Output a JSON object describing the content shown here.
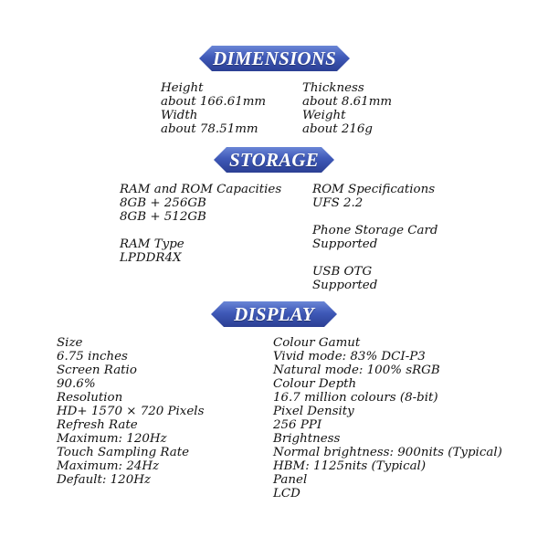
{
  "dimensions": {
    "title": "DIMENSIONS",
    "left": [
      "Height",
      "about 166.61mm",
      "Width",
      "about 78.51mm"
    ],
    "right": [
      "Thickness",
      "about 8.61mm",
      "Weight",
      "about 216g"
    ]
  },
  "storage": {
    "title": "STORAGE",
    "left": {
      "ram_rom_label": "RAM and ROM Capacities",
      "ram_rom_1": "8GB + 256GB",
      "ram_rom_2": "8GB + 512GB",
      "ram_type_label": "RAM Type",
      "ram_type_value": "LPDDR4X"
    },
    "right": {
      "rom_spec_label": "ROM Specifications",
      "rom_spec_value": "UFS 2.2",
      "storage_card_label": "Phone Storage Card",
      "storage_card_value": "Supported",
      "usb_otg_label": "USB OTG",
      "usb_otg_value": "Supported"
    }
  },
  "display": {
    "title": "DISPLAY",
    "left": [
      "Size",
      "6.75 inches",
      "Screen Ratio",
      "90.6%",
      "Resolution",
      "HD+ 1570 × 720 Pixels",
      "Refresh Rate",
      "Maximum: 120Hz",
      "Touch Sampling Rate",
      "Maximum: 24Hz",
      "Default: 120Hz"
    ],
    "right": [
      "Colour Gamut",
      "Vivid mode: 83% DCI-P3",
      "Natural mode: 100% sRGB",
      "Colour Depth",
      "16.7 million colours (8-bit)",
      "Pixel Density",
      "256 PPI",
      "Brightness",
      "Normal brightness: 900nits (Typical)",
      "HBM: 1125nits (Typical)",
      "Panel",
      "LCD"
    ]
  },
  "colors": {
    "banner_top": "#6a86d6",
    "banner_bottom": "#2b3f93",
    "text": "#111111"
  }
}
